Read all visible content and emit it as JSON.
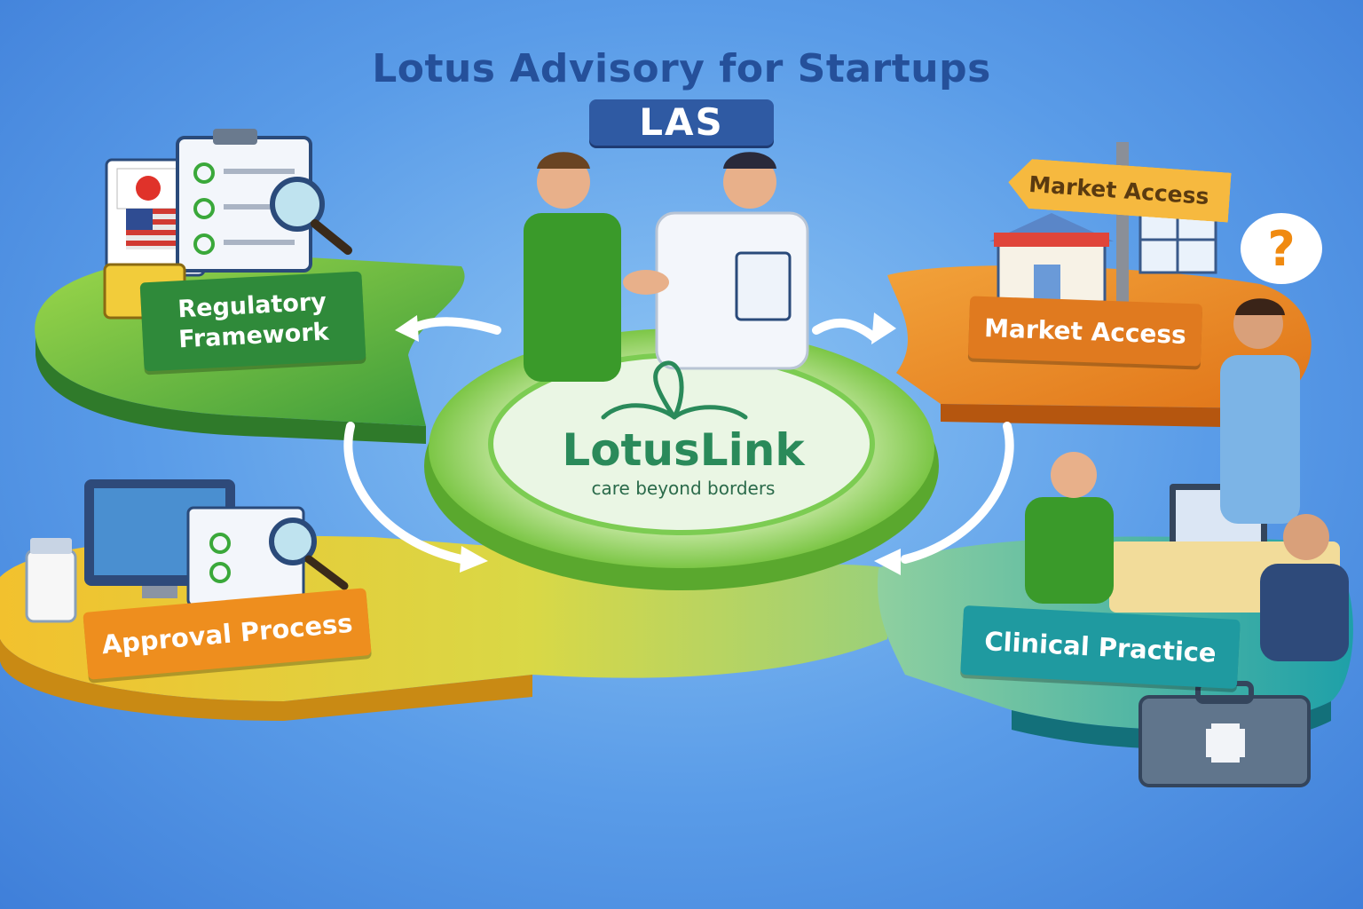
{
  "header": {
    "title": "Lotus Advisory for Startups",
    "badge": "LAS"
  },
  "center": {
    "logo_name": "LotusLink",
    "tagline": "care beyond borders"
  },
  "quadrants": {
    "regulatory": {
      "label_line1": "Regulatory",
      "label_line2": "Framework",
      "color": "#2f8a3a"
    },
    "market": {
      "sign_label": "Market Access",
      "label": "Market Access",
      "color": "#e07a1f"
    },
    "approval": {
      "label": "Approval Process",
      "color": "#ee8e1e"
    },
    "clinical": {
      "label": "Clinical Practice",
      "color": "#1f9aa0"
    }
  },
  "question_mark": "?",
  "icons": [
    "flag-japan-icon",
    "flag-usa-icon",
    "clipboard-icon",
    "magnifier-icon",
    "briefcase-icon",
    "store-icon",
    "signpost-icon",
    "computer-icon",
    "medicine-bottle-icon",
    "first-aid-kit-icon",
    "laptop-icon",
    "lotus-logo-icon"
  ]
}
